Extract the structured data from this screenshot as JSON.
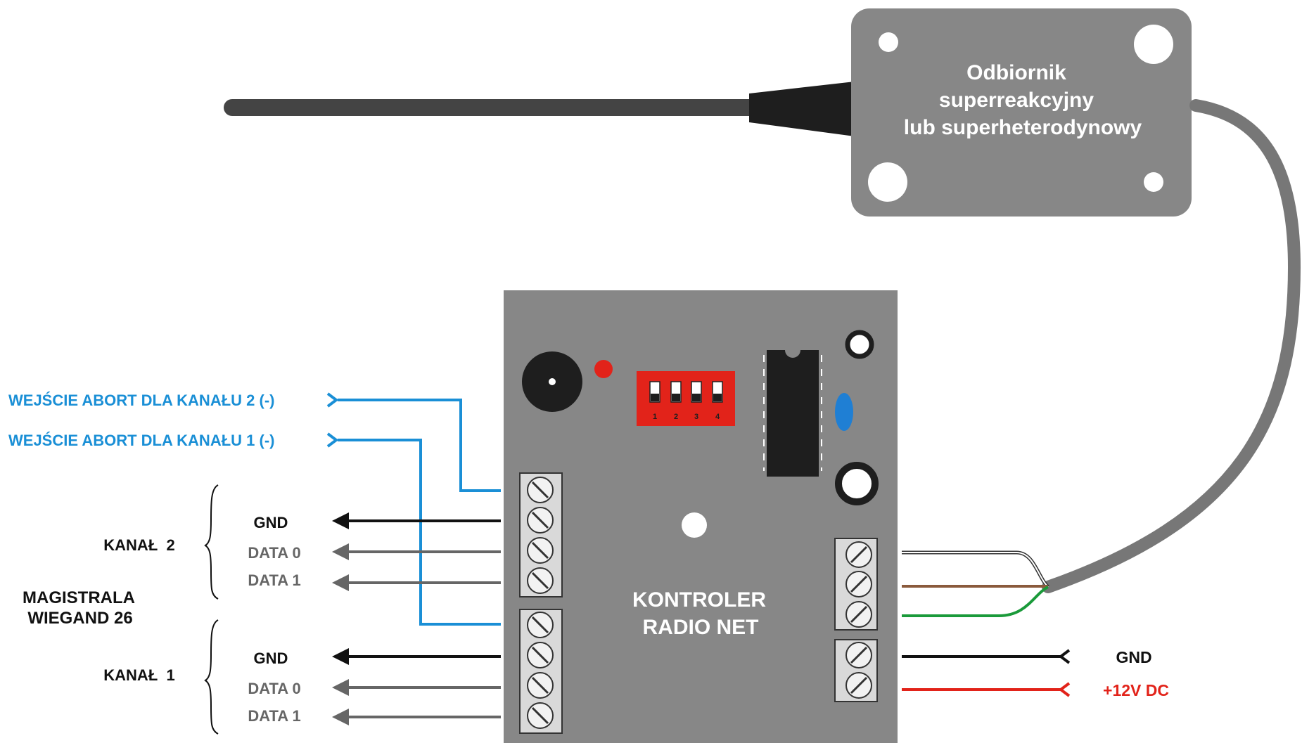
{
  "receiver": {
    "title_lines": [
      "Odbiornik",
      "superreakcyjny",
      "lub superheterodynowy"
    ]
  },
  "controller": {
    "title_lines": [
      "KONTROLER",
      "RADIO NET"
    ],
    "dip_labels": [
      "1",
      "2",
      "3",
      "4"
    ]
  },
  "abort_inputs": [
    "WEJŚCIE ABORT DLA KANAŁU 2 (-)",
    "WEJŚCIE ABORT DLA KANAŁU 1 (-)"
  ],
  "bus": {
    "title_lines": [
      "MAGISTRALA",
      "WIEGAND 26"
    ],
    "channels": [
      {
        "name": "KANAŁ  2",
        "signals": [
          "GND",
          "DATA 0",
          "DATA 1"
        ]
      },
      {
        "name": "KANAŁ  1",
        "signals": [
          "GND",
          "DATA 0",
          "DATA 1"
        ]
      }
    ]
  },
  "power": {
    "gnd_label": "GND",
    "supply_label": "+12V DC"
  },
  "colors": {
    "housing": "#878787",
    "abort_line": "#1a8fd6",
    "label_blue": "#1a8fd6",
    "supply_red": "#e2231a",
    "wire_brown": "#8a5a3c",
    "wire_green": "#1a9a3a",
    "dip_red": "#e2231a"
  }
}
